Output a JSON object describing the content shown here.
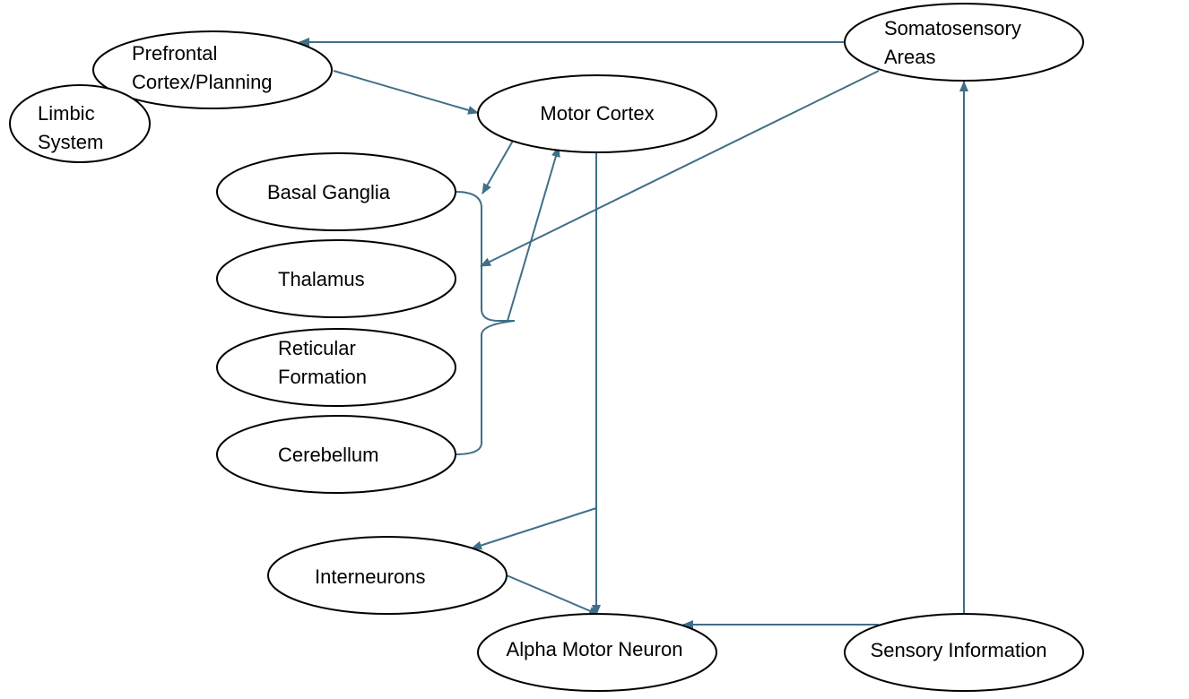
{
  "colors": {
    "edge": "#3f6f86",
    "node_stroke": "#000000",
    "background": "#ffffff"
  },
  "nodes": {
    "prefrontal": {
      "line1": "Prefrontal",
      "line2": "Cortex/Planning"
    },
    "limbic": {
      "line1": "Limbic",
      "line2": "System"
    },
    "motor_cortex": {
      "label": "Motor Cortex"
    },
    "somatosensory": {
      "line1": "Somatosensory",
      "line2": "Areas"
    },
    "basal_ganglia": {
      "label": "Basal Ganglia"
    },
    "thalamus": {
      "label": "Thalamus"
    },
    "reticular": {
      "line1": "Reticular",
      "line2": "Formation"
    },
    "cerebellum": {
      "label": "Cerebellum"
    },
    "interneurons": {
      "label": "Interneurons"
    },
    "alpha_motor": {
      "label": "Alpha Motor Neuron"
    },
    "sensory_info": {
      "label": "Sensory Information"
    }
  }
}
